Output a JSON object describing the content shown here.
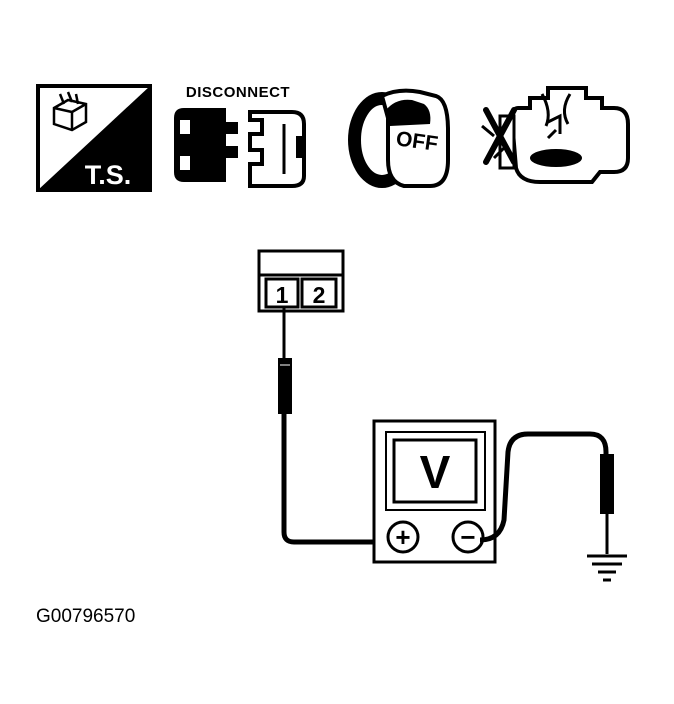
{
  "icons": {
    "ts": {
      "label": "T.S.",
      "icon": "troubleshooting-icon"
    },
    "disconnect": {
      "label": "DISCONNECT",
      "icon": "connector-disconnect-icon"
    },
    "ignition": {
      "label": "OFF",
      "icon": "ignition-key-off-icon"
    },
    "engine": {
      "icon": "engine-off-icon"
    }
  },
  "connector": {
    "terminals": [
      "1",
      "2"
    ]
  },
  "meter": {
    "label": "V",
    "positive": "+",
    "negative": "−",
    "icon": "voltmeter-icon"
  },
  "ground": {
    "icon": "ground-symbol-icon"
  },
  "figure_id": "G00796570",
  "colors": {
    "ink": "#000000",
    "paper": "#ffffff"
  }
}
